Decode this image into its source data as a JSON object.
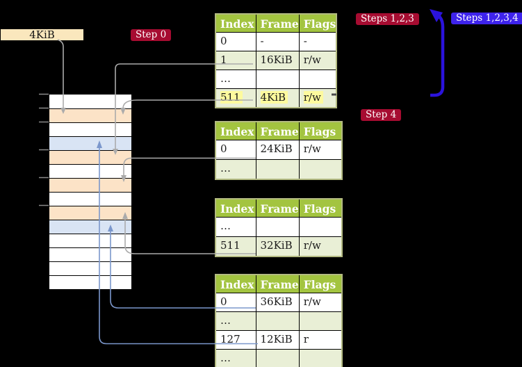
{
  "frame_size_label": "4KiB",
  "badges": {
    "step0": {
      "label": "Step 0"
    },
    "steps123": {
      "label": "Steps 1,2,3"
    },
    "steps1234": {
      "label": "Steps 1,2,3,4"
    },
    "step4": {
      "label": "Step 4"
    }
  },
  "tables": [
    {
      "id": "pt1",
      "headers": [
        "Index",
        "Frame",
        "Flags"
      ],
      "rows": [
        {
          "cells": [
            "0",
            "-",
            "-"
          ]
        },
        {
          "cells": [
            "1",
            "16KiB",
            "r/w"
          ]
        },
        {
          "cells": [
            "…",
            "",
            ""
          ]
        },
        {
          "cells": [
            "511",
            "4KiB",
            "r/w"
          ],
          "highlight": true
        }
      ]
    },
    {
      "id": "pt2",
      "headers": [
        "Index",
        "Frame",
        "Flags"
      ],
      "rows": [
        {
          "cells": [
            "0",
            "24KiB",
            "r/w"
          ]
        },
        {
          "cells": [
            "…",
            "",
            ""
          ]
        }
      ]
    },
    {
      "id": "pt3",
      "headers": [
        "Index",
        "Frame",
        "Flags"
      ],
      "rows": [
        {
          "cells": [
            "…",
            "",
            ""
          ]
        },
        {
          "cells": [
            "511",
            "32KiB",
            "r/w"
          ]
        }
      ]
    },
    {
      "id": "pt4",
      "headers": [
        "Index",
        "Frame",
        "Flags"
      ],
      "rows": [
        {
          "cells": [
            "0",
            "36KiB",
            "r/w"
          ]
        },
        {
          "cells": [
            "…",
            "",
            ""
          ]
        },
        {
          "cells": [
            "127",
            "12KiB",
            "r"
          ]
        },
        {
          "cells": [
            "…",
            "",
            ""
          ]
        }
      ]
    }
  ],
  "memory_column": {
    "rows": [
      "white",
      "orange",
      "white",
      "blue",
      "orange",
      "white",
      "orange",
      "white",
      "orange",
      "blue",
      "white",
      "white",
      "white",
      "white"
    ]
  },
  "colors": {
    "background": "#000000",
    "table_header_bg": "#a3c440",
    "table_header_text": "#ffffff",
    "table_border": "#b3ba82",
    "table_grid": "#000000",
    "row_shade_green": "#e9efd6",
    "row_white": "#ffffff",
    "mem_orange": "#fce3c7",
    "mem_blue": "#d9e4f4",
    "legend_bg": "#fae7bd",
    "highlight_yellow": "#fdfa9e",
    "badge_red": "#a60c31",
    "badge_blue": "#3e23ec",
    "arrow_gray": "#ababab",
    "arrow_blue_thin": "#7b97cc",
    "arrow_blue_thick": "#2b13dc",
    "tick_gray": "#8a8a8a",
    "stub_gray": "#4a4a4a",
    "cell_text": "#1a1a1a"
  }
}
